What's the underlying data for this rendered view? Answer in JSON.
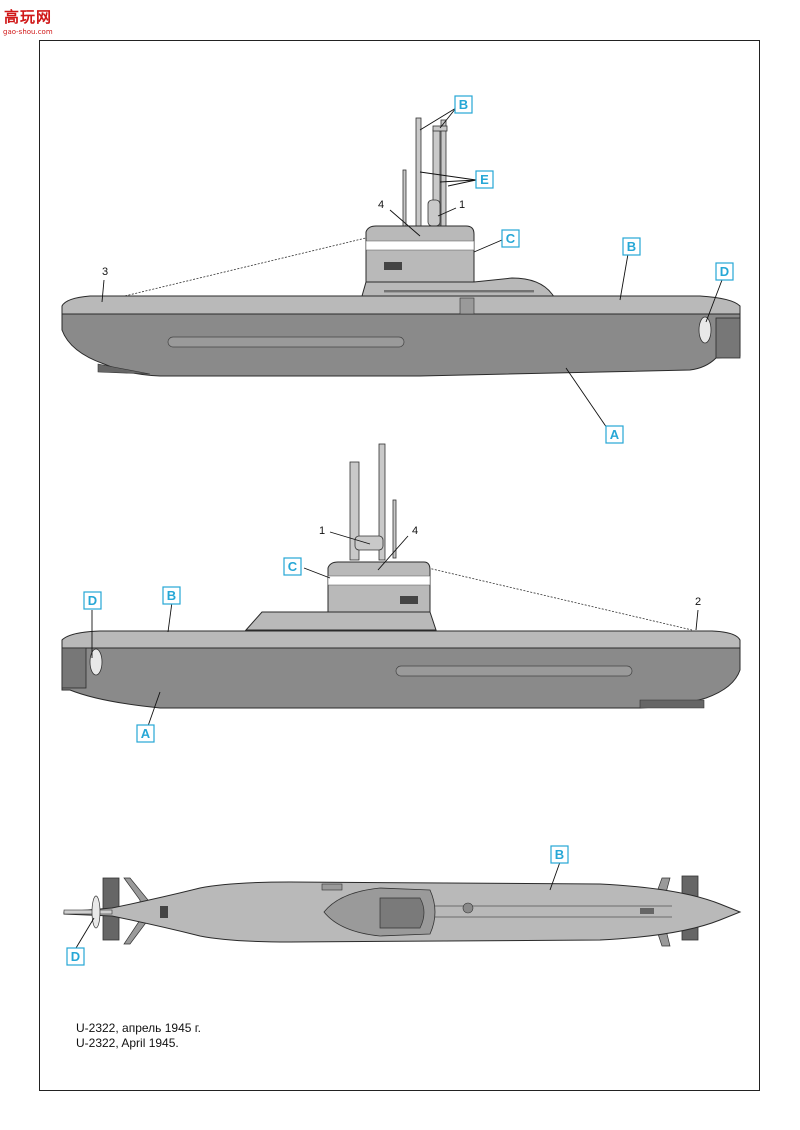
{
  "watermark": {
    "brand": "高玩网",
    "site": "gao-shou.com"
  },
  "caption": {
    "line_ru": "U-2322, апрель 1945 г.",
    "line_en": "U-2322, April 1945."
  },
  "colors": {
    "hull_dark": "#8a8a8a",
    "hull_light": "#b9b9b9",
    "tag_blue": "#26a7d6",
    "white_band": "#ffffff",
    "outline": "#2a2a2a"
  },
  "callouts": {
    "A": "A",
    "B": "B",
    "C": "C",
    "D": "D",
    "E": "E",
    "n1": "1",
    "n2": "2",
    "n3": "3",
    "n4": "4"
  }
}
